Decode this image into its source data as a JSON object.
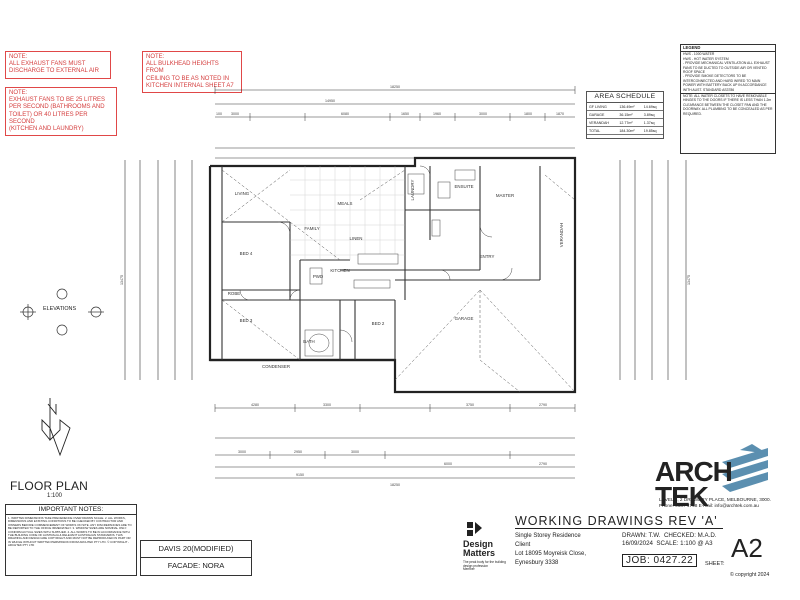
{
  "notes": [
    {
      "id": "exhaust-discharge",
      "text": "NOTE:\nALL EXHAUST FANS MUST\nDISCHARGE TO EXTERNAL AIR"
    },
    {
      "id": "exhaust-litres",
      "text": "NOTE:\nEXHAUST FANS TO BE 25 LITRES\nPER SECOND (BATHROOMS AND\nTOILET) OR 40 LITRES PER SECOND\n(KITCHEN AND LAUNDRY)"
    },
    {
      "id": "bulkhead",
      "text": "NOTE:\nALL BULKHEAD HEIGHTS FROM\nCEILING TO BE AS NOTED IN\nKITCHEN INTERNAL SHEET A7"
    }
  ],
  "rooms": {
    "living": "LIVING",
    "family": "FAMILY",
    "meals": "MEALS",
    "kitchen": "KITCHEN",
    "laundry": "LAUNDRY",
    "ensuite": "ENSUITE",
    "master": "MASTER",
    "bed4": "BED 4",
    "bed3": "BED 3",
    "bed2": "BED 2",
    "bath": "BATH",
    "robe": "ROBE",
    "garage": "GARAGE",
    "veranda": "VERANDAH",
    "entry": "ENTRY",
    "linen": "LINEN",
    "pwd": "PWD",
    "condenser": "CONDENSER"
  },
  "dimensions": {
    "top_overall": "18250",
    "top_second": "14950",
    "top_row": [
      "100",
      "3000",
      "90",
      "6080",
      "90",
      "1650",
      "90",
      "1960",
      "90",
      "3000",
      "90",
      "1800",
      "1870"
    ],
    "bottom_overall": "18250",
    "bottom_second": "9150",
    "bottom_row": [
      "4280",
      "3300",
      "3750",
      "2790"
    ],
    "bottom_third": [
      "3000",
      "2950",
      "3000",
      "6000",
      "2790"
    ],
    "left_overall": "13475",
    "right_overall": "13475"
  },
  "area_schedule": {
    "title": "AREA SCHEDULE",
    "rows": [
      {
        "label": "GF LIVING",
        "m2": "136.49m²",
        "sq": "14.69sq"
      },
      {
        "label": "GARAGE",
        "m2": "36.15m²",
        "sq": "3.89sq"
      },
      {
        "label": "VERANDAH",
        "m2": "12.77m²",
        "sq": "1.37sq"
      },
      {
        "label": "TOTAL",
        "m2": "184.30m²",
        "sq": "19.85sq"
      }
    ]
  },
  "legend": {
    "title": "LEGEND",
    "items": [
      "HWS - 1000 WATER",
      "HWS - HOT WATER SYSTEM",
      "- PROVIDE MECHANICAL VENTILATION ALL EXHAUST FANS TO BE DUCTED TO OUTSIDE AIR OR VENTED ROOF SPACE",
      "- PROVIDE SMOKE DETECTORS TO BE INTERCONNECTED AND HARD WIRED TO MAIN POWER WITH BATTERY BACK UP IN ACCORDANCE WITH AUST. STANDARD AS3786",
      "NOTE: ALL WATER CLOSETS TO HAVE REMOVABLE HINGES TO THE DOORS IF THERE IS LESS THAN 1.2m CLEARANCE BETWEEN THE CLOSET PAN AND THE DOORWAY. ALL PLUMBING TO BE CONCEALED AS PER REQUIRED."
    ]
  },
  "elevations_label": "ELEVATIONS",
  "floor_plan": {
    "title": "FLOOR PLAN",
    "scale": "1:100"
  },
  "important_notes": {
    "title": "IMPORTANT NOTES:",
    "body": "1. WRITTEN DIMENSIONS TAKE PRECEDENCE OVER DRAWN SCALE. 2. ALL WORKS, DIMENSIONS AND EXISTING CONDITIONS TO BE CHECKED BY CONTRACTOR AND OWNERS BEFORE COMMENCEMENT OF WORKS ON SITE. ANY DISCREPANCIES ARE TO BE REPORTED TO THE OFFICE IMMEDIATELY. 3. WINDOW SIZES ARE NOMINAL ONLY. CONFIRM ACTUAL SIZES WITH SUPPLIER. 4. ALL WORKS TO BE IN ACCORDANCE WITH THE BUILDING CODE OF AUSTRALIA & RELEVANT AUSTRALIAN STANDARDS. THIS DRAWING AND DESIGN ARE COPYRIGHT AND MUST NOT BE REPRODUCED IN PART OR IN WHOLE WITHOUT WRITTEN PERMISSION FROM ARCHTEK PTY LTD. © COPYRIGHT - ARCHTEK PTY LTD"
  },
  "house_name": "DAVIS 20(MODIFIED)",
  "facade": "FACADE: NORA",
  "company": {
    "logo": "ARCH\nTEK",
    "address": "LEVEL 1, 2 DREWERY PLACE, MELBOURNE, 3000.",
    "contact": "Phone: 9687 4748 E-mail: info@archtek.com.au"
  },
  "design_matters": {
    "name": "Design\nMatters",
    "tag": "The peak body for the building design profession\nMember"
  },
  "title_block": {
    "heading": "WORKING DRAWINGS REV 'A'",
    "project": "Single Storey Residence",
    "client_label": "Client",
    "lot": "Lot 18095 Moyreisk Close,",
    "suburb": "Eynesbury 3338",
    "drawn": "DRAWN: T.W.",
    "checked": "CHECKED: M.A.D.",
    "date": "16/09/2024",
    "scale": "SCALE: 1:100 @ A3",
    "job": "JOB: 0427.22",
    "sheet_label": "SHEET:",
    "sheet": "A2",
    "copyright": "© copyright 2024"
  },
  "colors": {
    "note_red": "#d43c3c",
    "line": "#333333",
    "accent": "#5b8fb0"
  }
}
